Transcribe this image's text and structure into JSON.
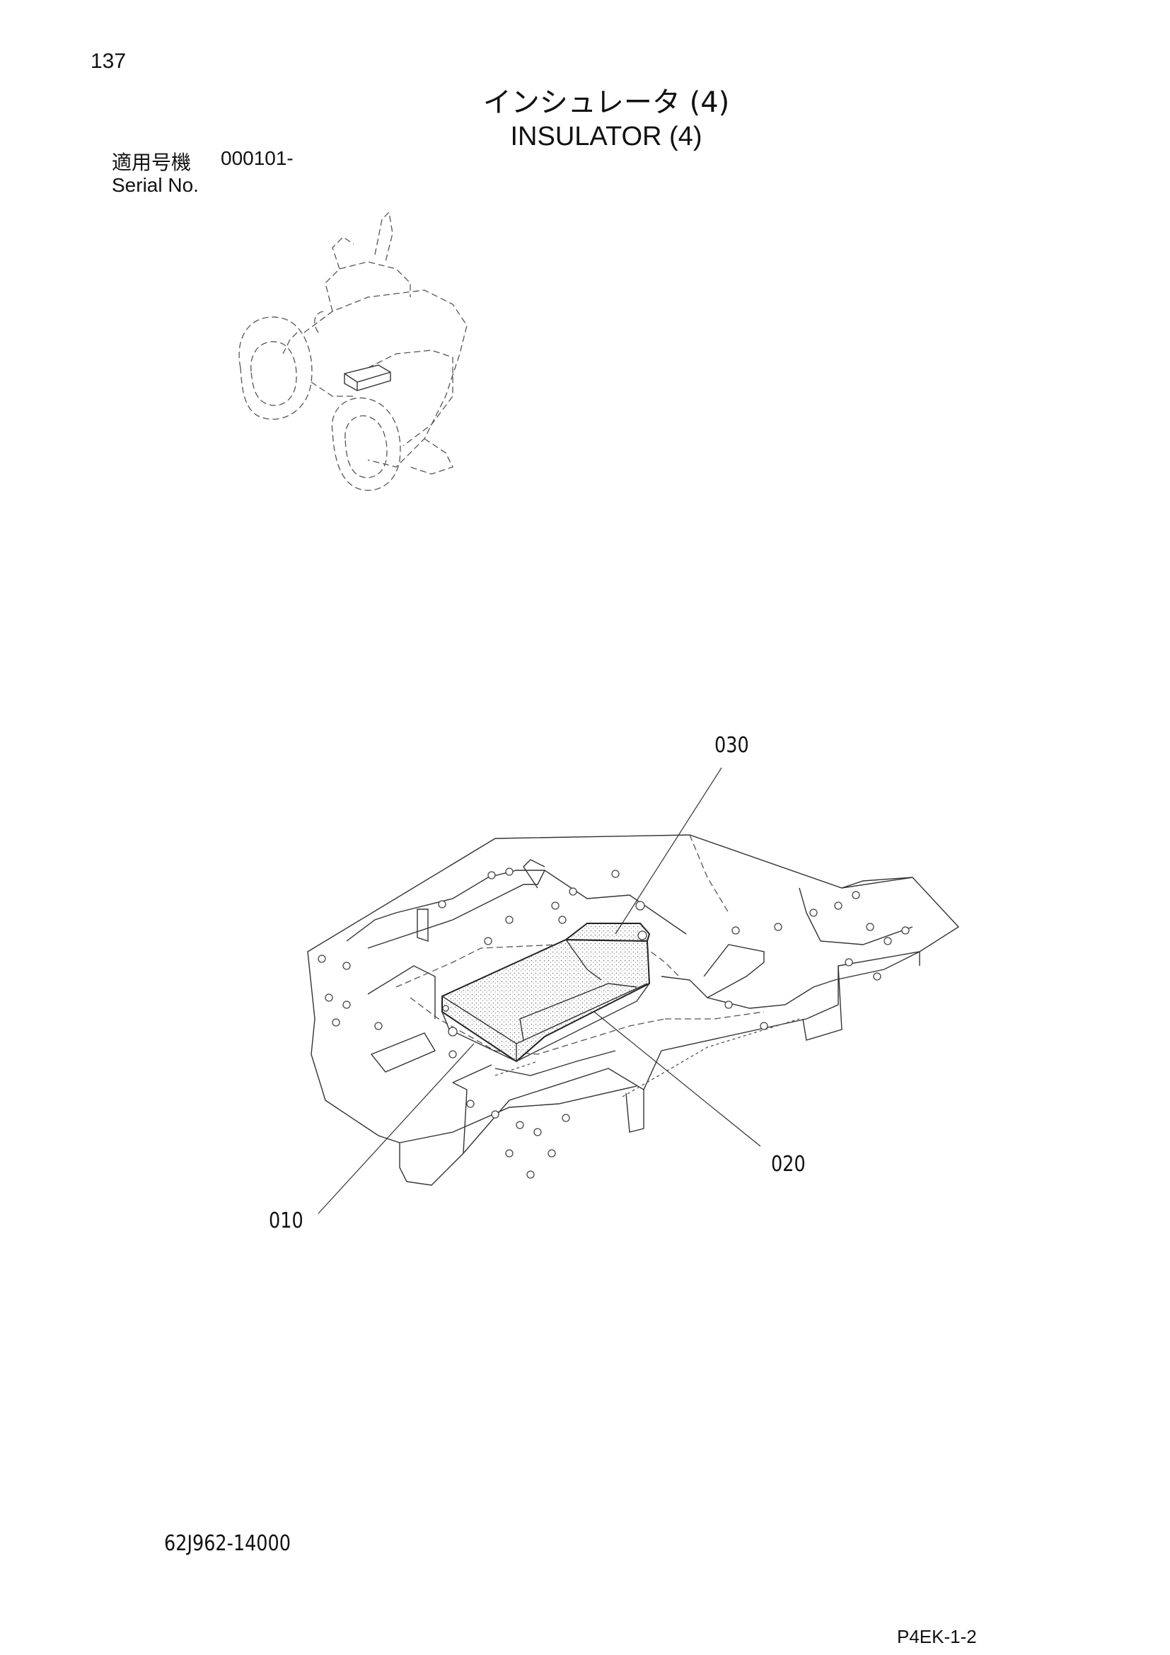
{
  "page_number": "137",
  "title_jp": "インシュレータ (4)",
  "title_en": "INSULATOR (4)",
  "serial": {
    "label_jp": "適用号機",
    "value": "000101-",
    "label_en": "Serial No."
  },
  "callouts": {
    "c030": "030",
    "c020": "020",
    "c010": "010"
  },
  "part_number": "62J962-14000",
  "page_code": "P4EK-1-2"
}
